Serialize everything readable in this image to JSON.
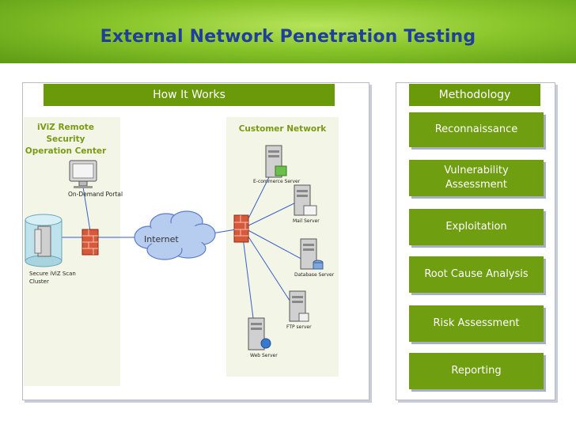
{
  "header": {
    "title": "External Network Penetration Testing"
  },
  "how_it_works": {
    "heading": "How It Works",
    "left_zone_title": "iViZ Remote Security Operation Center",
    "right_zone_title": "Customer Network",
    "on_demand_portal": "On-Demand Portal",
    "scan_cluster": "Secure iViZ Scan Cluster",
    "internet": "Internet",
    "servers": {
      "ecommerce": "E-commerce Server",
      "mail": "Mail Server",
      "database": "Database Server",
      "ftp": "FTP server",
      "web": "Web Server"
    }
  },
  "methodology": {
    "heading": "Methodology",
    "steps": [
      "Reconnaissance",
      "Vulnerability Assessment",
      "Exploitation",
      "Root Cause Analysis",
      "Risk Assessment",
      "Reporting"
    ]
  },
  "colors": {
    "title_blue": "#1f3f9a",
    "box_green": "#6f9e10",
    "zone_green_text": "#7a9a16"
  }
}
